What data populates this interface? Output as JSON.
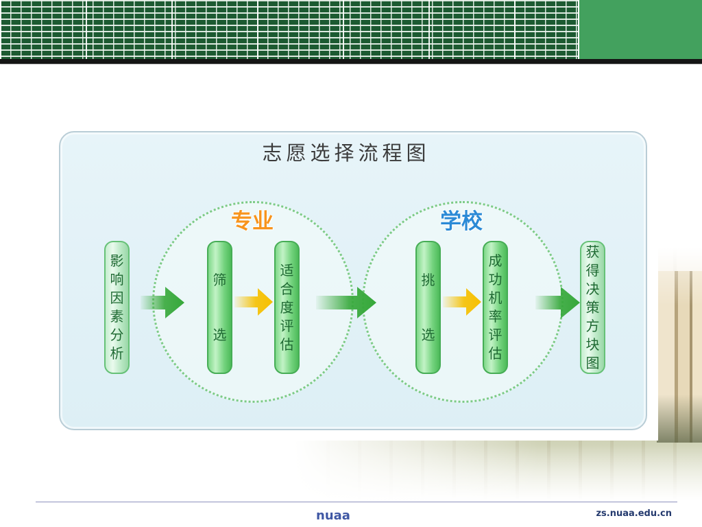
{
  "header": {
    "grid_color": "#1c5a31",
    "accent_color": "#43a15e"
  },
  "diagram": {
    "title": "志愿选择流程图",
    "groups": [
      {
        "label": "专业",
        "color": "#f7941d"
      },
      {
        "label": "学校",
        "color": "#2b8ad6"
      }
    ],
    "steps": [
      {
        "text": "影响因素分析"
      },
      {
        "text": "筛选"
      },
      {
        "text": "适合度评估"
      },
      {
        "text": "挑选"
      },
      {
        "text": "成功机率评估"
      },
      {
        "text": "获得决策方块图"
      }
    ],
    "arrow_colors": {
      "primary": "#36a83a",
      "secondary": "#f6c000"
    }
  },
  "footer": {
    "center_text": "nuaa",
    "right_text": "zs.nuaa.edu.cn"
  }
}
